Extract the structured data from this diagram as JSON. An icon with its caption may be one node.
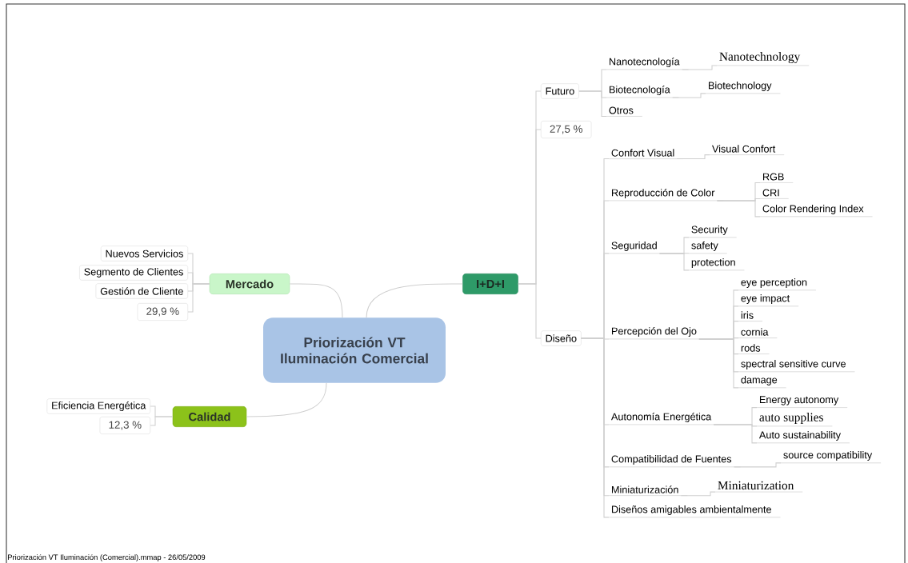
{
  "diagram": {
    "nodes": [
      {
        "text": [
          "Priorización VT Iluminación Comercial"
        ]
      },
      {
        "text": [
          "Mercado"
        ]
      },
      {
        "text": [
          "Nuevos Servicios"
        ]
      },
      {
        "text": [
          "Segmento de Clientes"
        ]
      },
      {
        "text": [
          "Gestión de Cliente"
        ]
      },
      {
        "text": [
          "29,9 %"
        ]
      },
      {
        "text": [
          "Calidad"
        ]
      },
      {
        "text": [
          "Eficiencia Energética"
        ]
      },
      {
        "text": [
          "12,3 %"
        ]
      },
      {
        "text": [
          "I+D+I"
        ]
      },
      {
        "text": [
          "Futuro"
        ]
      },
      {
        "text": [
          "27,5 %"
        ]
      },
      {
        "text": [
          "Nanotecnología"
        ]
      },
      {
        "text": [
          "Nanotechnology"
        ]
      },
      {
        "text": [
          "Biotecnología"
        ]
      },
      {
        "text": [
          "Biotechnology"
        ]
      },
      {
        "text": [
          "Otros"
        ]
      },
      {
        "text": [
          "Diseño"
        ]
      },
      {
        "text": [
          "Confort Visual"
        ]
      },
      {
        "text": [
          "Visual Confort"
        ]
      },
      {
        "text": [
          "Reproducción de Color"
        ]
      },
      {
        "text": [
          "RGB"
        ]
      },
      {
        "text": [
          "CRI"
        ]
      },
      {
        "text": [
          "Color Rendering Index"
        ]
      },
      {
        "text": [
          "Seguridad"
        ]
      },
      {
        "text": [
          "Security"
        ]
      },
      {
        "text": [
          "safety"
        ]
      },
      {
        "text": [
          "protection"
        ]
      },
      {
        "text": [
          "Percepción del Ojo"
        ]
      },
      {
        "text": [
          "eye perception"
        ]
      },
      {
        "text": [
          "eye impact"
        ]
      },
      {
        "text": [
          "iris"
        ]
      },
      {
        "text": [
          "cornia"
        ]
      },
      {
        "text": [
          "rods"
        ]
      },
      {
        "text": [
          "spectral sensitive curve"
        ]
      },
      {
        "text": [
          "damage"
        ]
      },
      {
        "text": [
          "Autonomía Energética"
        ]
      },
      {
        "text": [
          "Energy autonomy"
        ]
      },
      {
        "text": [
          "auto supplies"
        ]
      },
      {
        "text": [
          "Auto sustainability"
        ]
      },
      {
        "text": [
          "Compatibilidad de Fuentes"
        ]
      },
      {
        "text": [
          "source compatibility"
        ]
      },
      {
        "text": [
          "Miniaturización"
        ]
      },
      {
        "text": [
          "Miniaturization"
        ]
      },
      {
        "text": [
          "Diseños amigables ambientalmente"
        ]
      }
    ],
    "edges": [
      {
        "from": 0,
        "to": 1,
        "arrow": "none"
      },
      {
        "from": 0,
        "to": 6,
        "arrow": "none"
      },
      {
        "from": 0,
        "to": 9,
        "arrow": "none"
      },
      {
        "from": 1,
        "to": 2,
        "arrow": "none"
      },
      {
        "from": 1,
        "to": 3,
        "arrow": "none"
      },
      {
        "from": 1,
        "to": 4,
        "arrow": "none"
      },
      {
        "from": 1,
        "to": 5,
        "arrow": "none"
      },
      {
        "from": 6,
        "to": 7,
        "arrow": "none"
      },
      {
        "from": 6,
        "to": 8,
        "arrow": "none"
      },
      {
        "from": 9,
        "to": 10,
        "arrow": "none"
      },
      {
        "from": 9,
        "to": 11,
        "arrow": "none"
      },
      {
        "from": 9,
        "to": 17,
        "arrow": "none"
      },
      {
        "from": 10,
        "to": 12,
        "arrow": "none"
      },
      {
        "from": 10,
        "to": 14,
        "arrow": "none"
      },
      {
        "from": 10,
        "to": 16,
        "arrow": "none"
      },
      {
        "from": 12,
        "to": 13,
        "arrow": "none"
      },
      {
        "from": 14,
        "to": 15,
        "arrow": "none"
      },
      {
        "from": 17,
        "to": 18,
        "arrow": "none"
      },
      {
        "from": 17,
        "to": 20,
        "arrow": "none"
      },
      {
        "from": 17,
        "to": 24,
        "arrow": "none"
      },
      {
        "from": 17,
        "to": 28,
        "arrow": "none"
      },
      {
        "from": 17,
        "to": 36,
        "arrow": "none"
      },
      {
        "from": 17,
        "to": 40,
        "arrow": "none"
      },
      {
        "from": 17,
        "to": 42,
        "arrow": "none"
      },
      {
        "from": 17,
        "to": 44,
        "arrow": "none"
      },
      {
        "from": 18,
        "to": 19,
        "arrow": "none"
      },
      {
        "from": 20,
        "to": 21,
        "arrow": "none"
      },
      {
        "from": 20,
        "to": 22,
        "arrow": "none"
      },
      {
        "from": 20,
        "to": 23,
        "arrow": "none"
      },
      {
        "from": 24,
        "to": 25,
        "arrow": "none"
      },
      {
        "from": 24,
        "to": 26,
        "arrow": "none"
      },
      {
        "from": 24,
        "to": 27,
        "arrow": "none"
      },
      {
        "from": 28,
        "to": 29,
        "arrow": "none"
      },
      {
        "from": 28,
        "to": 30,
        "arrow": "none"
      },
      {
        "from": 28,
        "to": 31,
        "arrow": "none"
      },
      {
        "from": 28,
        "to": 32,
        "arrow": "none"
      },
      {
        "from": 28,
        "to": 33,
        "arrow": "none"
      },
      {
        "from": 28,
        "to": 34,
        "arrow": "none"
      },
      {
        "from": 28,
        "to": 35,
        "arrow": "none"
      },
      {
        "from": 36,
        "to": 37,
        "arrow": "none"
      },
      {
        "from": 36,
        "to": 38,
        "arrow": "none"
      },
      {
        "from": 36,
        "to": 39,
        "arrow": "none"
      },
      {
        "from": 40,
        "to": 41,
        "arrow": "none"
      },
      {
        "from": 42,
        "to": 43,
        "arrow": "none"
      }
    ],
    "labels": [
      "Priorización VT Iluminación (Comercial).mmap - 26/05/2009"
    ]
  }
}
